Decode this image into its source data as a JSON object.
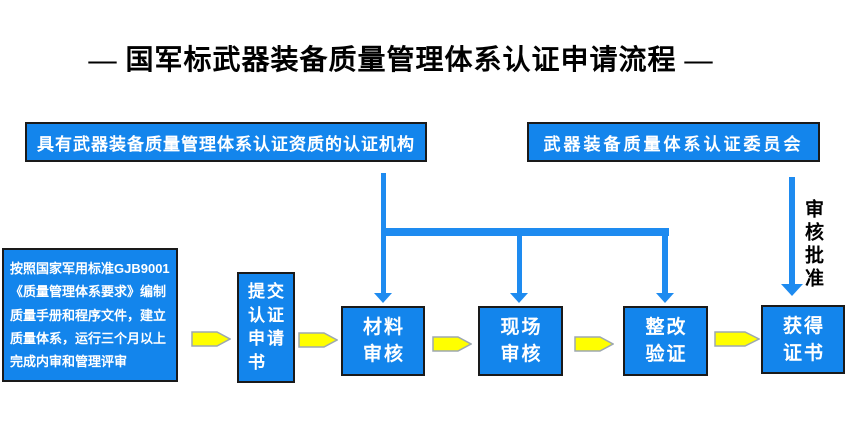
{
  "title": {
    "text": "— 国军标武器装备质量管理体系认证申请流程 —"
  },
  "top_boxes": {
    "certifier": {
      "label": "具有武器装备质量管理体系认证资质的认证机构"
    },
    "committee": {
      "label": "武器装备质量体系认证委员会"
    }
  },
  "note": {
    "lines": [
      "按照国家军用标准GJB9001",
      "《质量管理体系要求》编制",
      "质量手册和程序文件，建立",
      "质量体系，运行三个月以上",
      "完成内审和管理评审"
    ]
  },
  "steps": {
    "submit": {
      "lines": [
        "提交",
        "认证",
        "申请",
        "书"
      ]
    },
    "material": {
      "lines": [
        "材料",
        "审核"
      ]
    },
    "site": {
      "lines": [
        "现场",
        "审核"
      ]
    },
    "rectify": {
      "lines": [
        "整改",
        "验证"
      ]
    },
    "certificate": {
      "lines": [
        "获得",
        "证书"
      ]
    }
  },
  "annotations": {
    "approve": "审核批准"
  },
  "icons": {
    "flow_arrow": "yellow-right-arrow",
    "branch_arrow": "blue-down-arrow"
  },
  "colors": {
    "box_blue": "#1385EC",
    "connector_blue": "#1E8BF0",
    "arrow_yellow": "#FFFF00",
    "arrow_outline": "#9DA8B0",
    "border_black": "#1A1A1A",
    "text_white": "#FFFFFF",
    "text_black": "#000000"
  }
}
